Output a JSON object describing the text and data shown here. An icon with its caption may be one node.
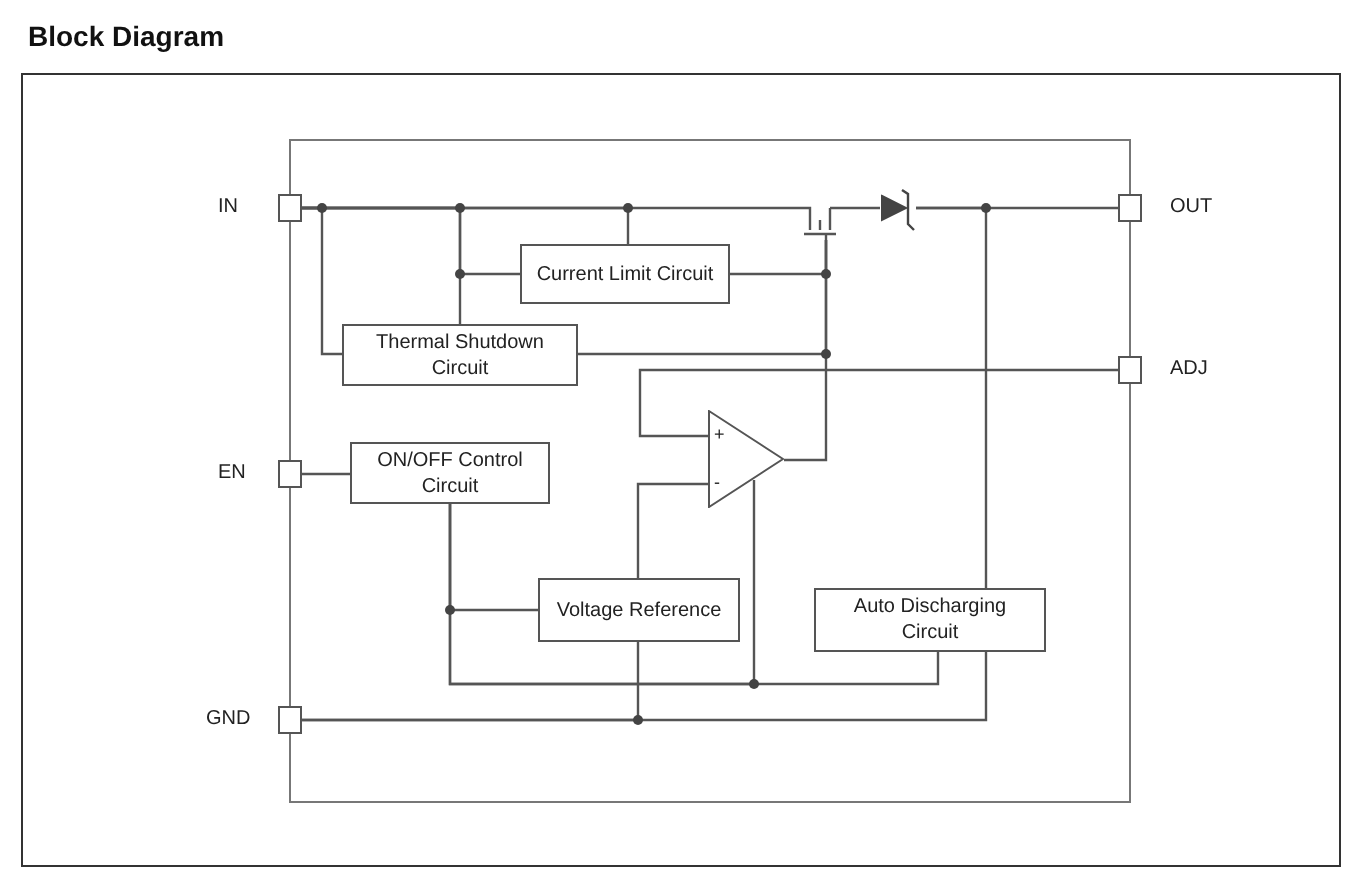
{
  "diagram": {
    "title": "Block Diagram",
    "nodes": [
      {
        "text": [],
        "shape": "box",
        "beside": [
          "IN"
        ]
      },
      {
        "text": [],
        "shape": "box",
        "beside": [
          "OUT"
        ]
      },
      {
        "text": [],
        "shape": "box",
        "beside": [
          "ADJ"
        ]
      },
      {
        "text": [],
        "shape": "box",
        "beside": [
          "EN"
        ]
      },
      {
        "text": [],
        "shape": "box",
        "beside": [
          "GND"
        ]
      },
      {
        "text": [
          "Current Limit Circuit"
        ]
      },
      {
        "text": [
          "Thermal Shutdown Circuit"
        ]
      },
      {
        "text": [
          "ON/OFF Control Circuit"
        ]
      },
      {
        "text": [
          "Voltage Reference"
        ]
      },
      {
        "text": [
          "Auto Discharging Circuit"
        ]
      },
      {
        "text": [
          "+",
          "-"
        ]
      },
      {
        "text": [],
        "shape": "transistor"
      },
      {
        "text": [],
        "shape": "diode"
      }
    ],
    "edges": [
      {
        "from": 0,
        "to": 11,
        "arrow": "none"
      },
      {
        "from": 0,
        "to": 5,
        "arrow": "none"
      },
      {
        "from": 0,
        "to": 6,
        "arrow": "none"
      },
      {
        "from": 0,
        "to": 5,
        "arrow": "none"
      },
      {
        "from": 0,
        "to": 6,
        "arrow": "none"
      },
      {
        "from": 5,
        "to": 11,
        "arrow": "none"
      },
      {
        "from": 6,
        "to": 11,
        "arrow": "none"
      },
      {
        "from": 10,
        "to": 11,
        "arrow": "none"
      },
      {
        "from": 11,
        "to": 12,
        "arrow": "none"
      },
      {
        "from": 12,
        "to": 1,
        "arrow": "none"
      },
      {
        "from": 12,
        "to": 9,
        "arrow": "none"
      },
      {
        "from": 9,
        "to": 4,
        "arrow": "none"
      },
      {
        "from": 2,
        "to": 10,
        "arrow": "none"
      },
      {
        "from": 3,
        "to": 7,
        "arrow": "none"
      },
      {
        "from": 7,
        "to": 8,
        "arrow": "none"
      },
      {
        "from": 7,
        "to": 10,
        "arrow": "none"
      },
      {
        "from": 7,
        "to": 9,
        "arrow": "none"
      },
      {
        "from": 8,
        "to": 10,
        "arrow": "none"
      },
      {
        "from": 8,
        "to": 4,
        "arrow": "none"
      }
    ]
  }
}
